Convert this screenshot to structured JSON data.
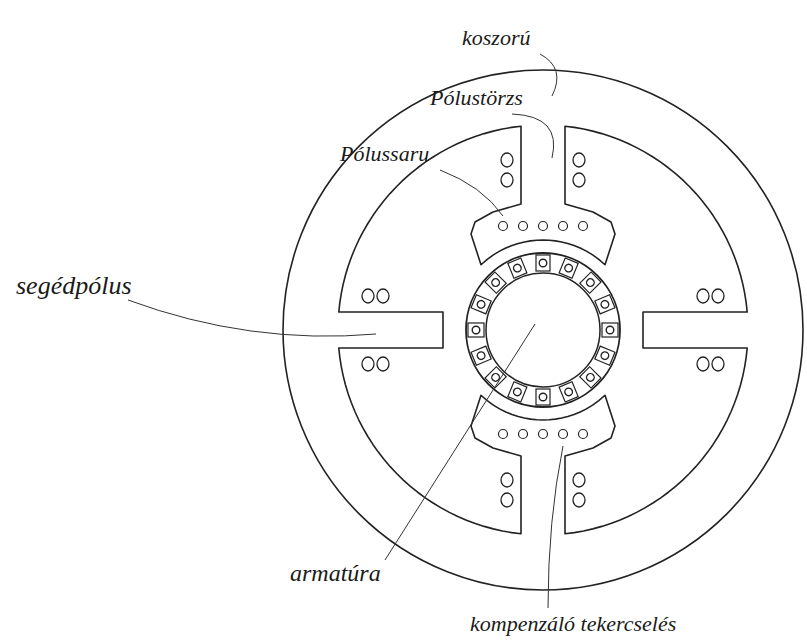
{
  "diagram": {
    "labels": [
      "koszorú",
      "Pólustörzs",
      "Pólussaru",
      "segédpólus",
      "armatúra",
      "kompenzáló tekercselés"
    ]
  }
}
